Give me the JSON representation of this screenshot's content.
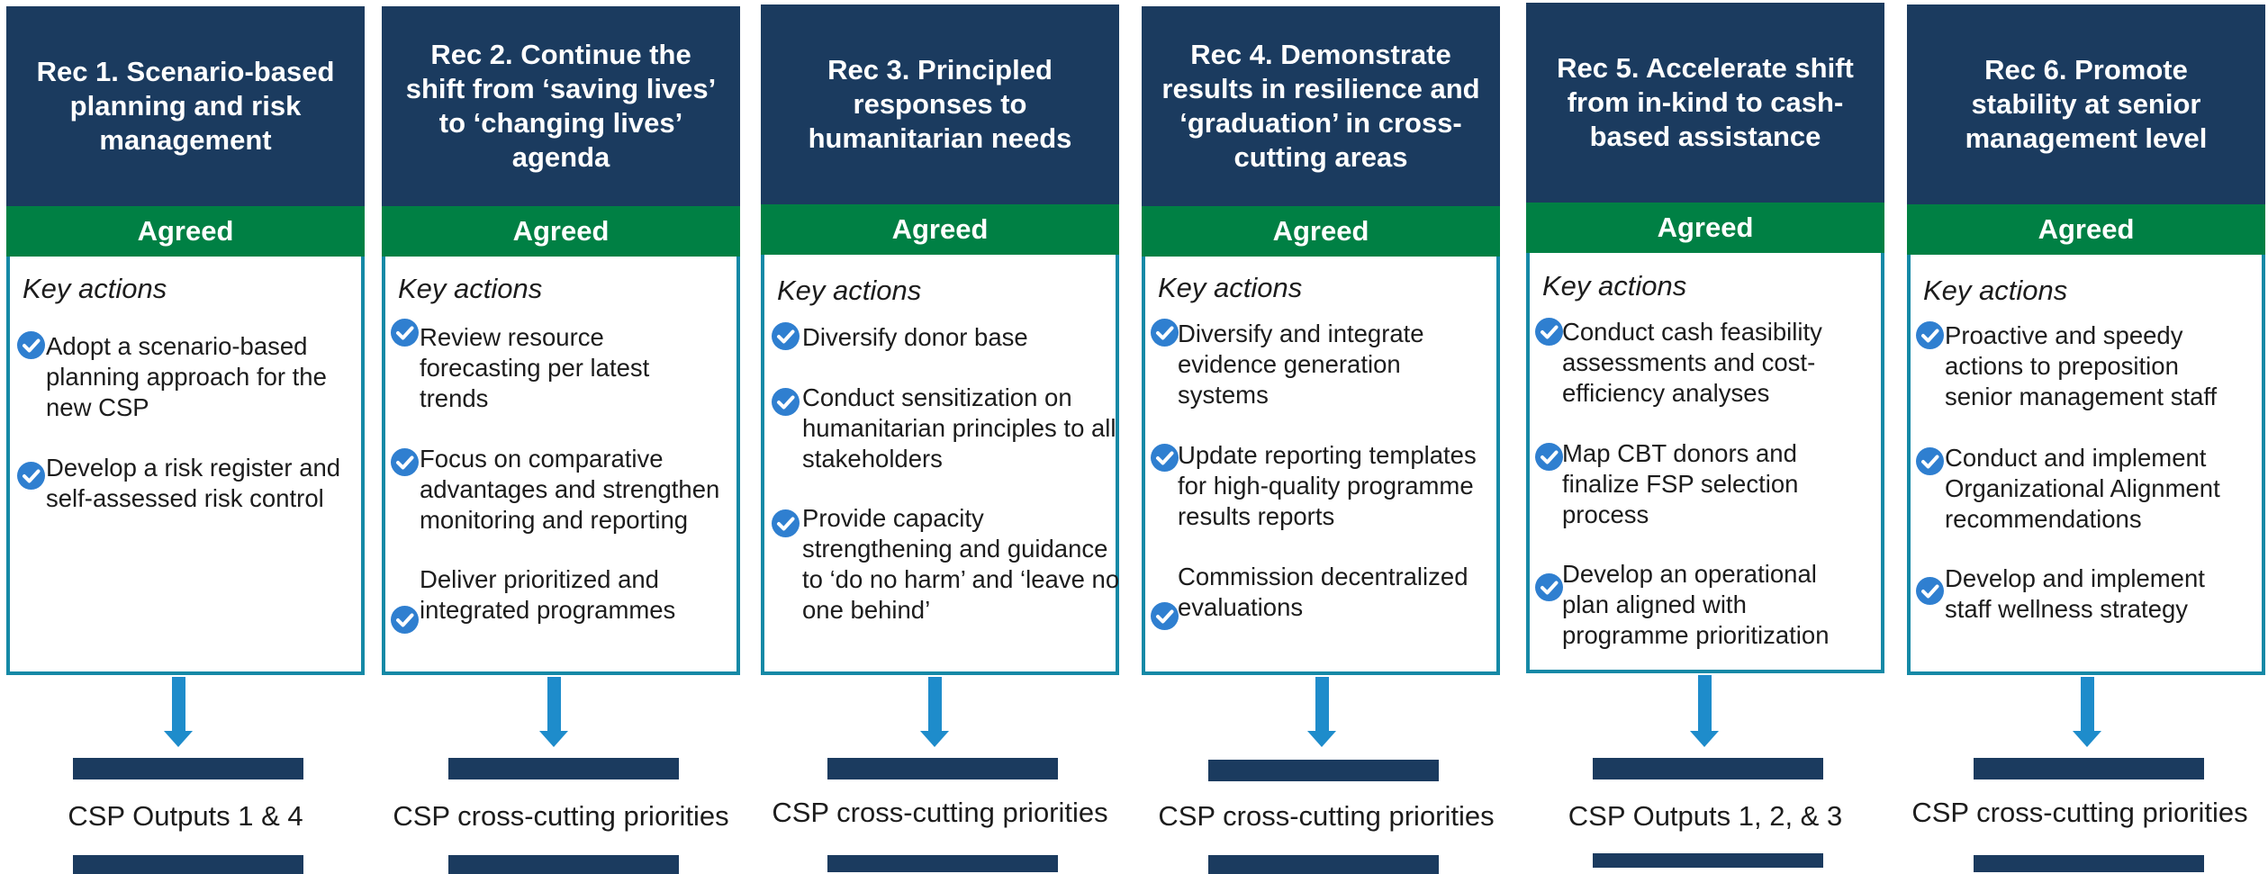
{
  "recs": [
    {
      "title": "Rec 1. Scenario-based planning and risk management",
      "status": "Agreed",
      "key_title": "Key actions",
      "actions": [
        "Adopt a scenario-based planning approach for the new CSP",
        "Develop a risk register and self-assessed risk control"
      ],
      "output": "CSP Outputs 1 & 4"
    },
    {
      "title": "Rec 2. Continue the shift from ‘saving lives’ to ‘changing lives’ agenda",
      "status": "Agreed",
      "key_title": "Key actions",
      "actions": [
        "Review resource forecasting per latest trends",
        "Focus on comparative advantages and strengthen monitoring and reporting",
        "Deliver prioritized and integrated programmes"
      ],
      "output": "CSP cross-cutting priorities"
    },
    {
      "title": "Rec 3. Principled responses to humanitarian needs",
      "status": "Agreed",
      "key_title": "Key actions",
      "actions": [
        "Diversify donor base",
        "Conduct sensitization on humanitarian principles to all stakeholders",
        "Provide capacity strengthening and guidance to ‘do no harm’ and ‘leave no one behind’"
      ],
      "output": "CSP cross-cutting priorities"
    },
    {
      "title": "Rec 4. Demonstrate results in resilience and ‘graduation’ in cross-cutting areas",
      "status": "Agreed",
      "key_title": "Key actions",
      "actions": [
        "Diversify and integrate evidence generation systems",
        "Update reporting templates for high-quality programme results reports",
        "Commission decentralized evaluations"
      ],
      "output": "CSP cross-cutting priorities"
    },
    {
      "title": "Rec 5. Accelerate shift from in-kind to cash-based assistance",
      "status": "Agreed",
      "key_title": "Key actions",
      "actions": [
        "Conduct cash feasibility assessments and cost-efficiency analyses",
        "Map CBT donors and finalize FSP selection process",
        "Develop an operational plan aligned with programme prioritization"
      ],
      "output": "CSP Outputs 1, 2, & 3"
    },
    {
      "title": "Rec 6. Promote stability at senior management level",
      "status": "Agreed",
      "key_title": "Key actions",
      "actions": [
        "Proactive and speedy actions to preposition senior management staff",
        "Conduct and implement Organizational Alignment recommendations",
        "Develop and implement staff wellness strategy"
      ],
      "output": "CSP cross-cutting priorities"
    }
  ],
  "colors": {
    "header": "#1b3b5f",
    "agreed": "#008044",
    "border": "#1589a6",
    "arrow": "#1e8ccb",
    "check": "#2f7fd0"
  },
  "icons": {
    "check": "check-circle-icon",
    "arrow": "arrow-down-icon"
  }
}
